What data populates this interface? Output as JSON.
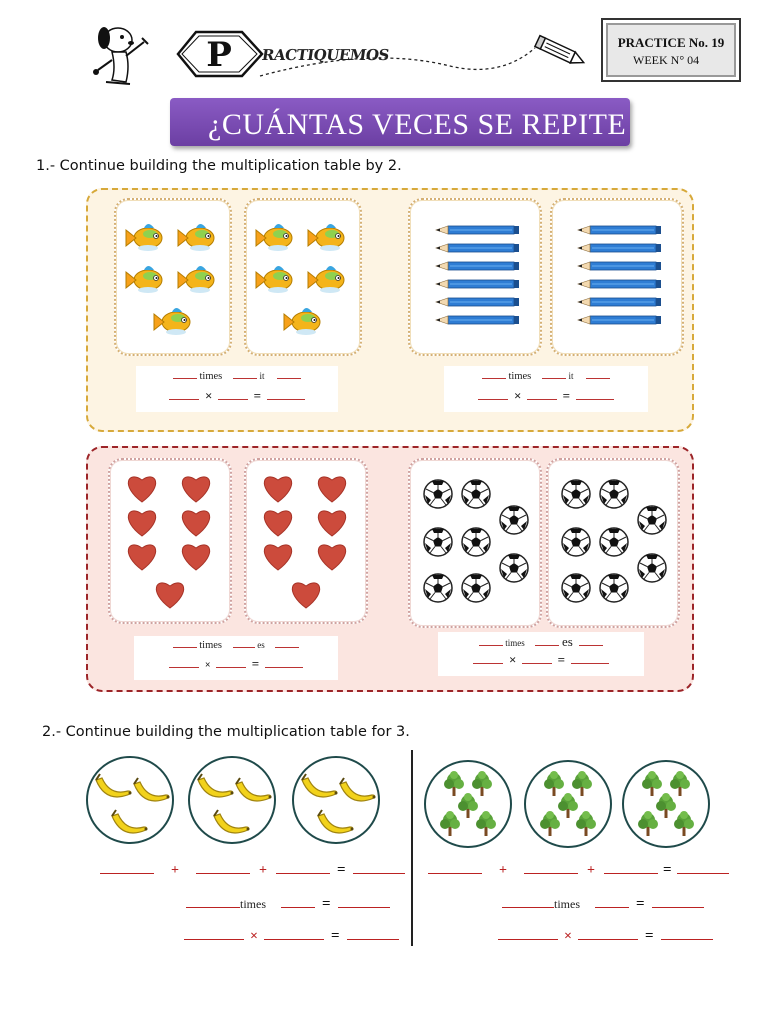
{
  "header": {
    "logo_letter": "P",
    "logo_text": "RACTIQUEMOS",
    "practice": "PRACTICE No. 19",
    "week": "WEEK N° 04",
    "banner": "¿CUÁNTAS VECES SE REPITE"
  },
  "exercise1": {
    "instruction": "1.- Continue building the multiplication table by 2.",
    "group_a_times": "times",
    "group_a_it": "it",
    "group_b_times": "times",
    "group_b_it": "it",
    "group_c_times": "times",
    "group_c_es": "es",
    "group_d_times": "times",
    "group_d_es": "es",
    "mult_sign": "×",
    "equals_sign": "=",
    "illustrations": [
      "fish-icon",
      "pencil-icon",
      "heart-icon",
      "soccer-ball-icon"
    ],
    "counts": {
      "fish_per_card": 5,
      "pencils_per_card": 6,
      "hearts_per_card": 7,
      "balls_per_card": 8
    }
  },
  "exercise2": {
    "instruction": "2.- Continue building the multiplication table for 3.",
    "plus_sign": "+",
    "equals_sign": "=",
    "mult_sign": "×",
    "times_left": "times",
    "times_right": "times",
    "illustrations": [
      "banana-icon",
      "tree-icon"
    ],
    "counts": {
      "bananas_per_circle": 3,
      "trees_per_circle": 5
    }
  },
  "colors": {
    "banner": "#7b4db5",
    "section1_border": "#d7a93a",
    "section2_border": "#9c2428",
    "blank_line": "#b33333"
  }
}
